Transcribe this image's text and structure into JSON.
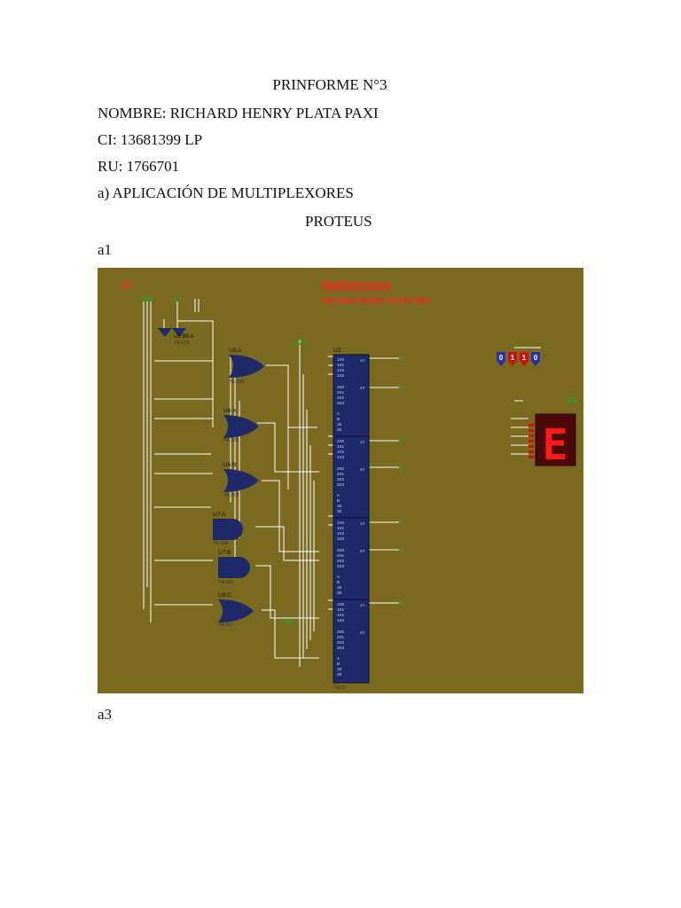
{
  "document": {
    "title": "PRINFORME N°3",
    "nombre": "NOMBRE: RICHARD HENRY PLATA PAXI",
    "ci": "CI: 13681399 LP",
    "ru": "RU: 1766701",
    "section": "a) APLICACIÓN DE MULTIPLEXORES",
    "subsection": "PROTEUS",
    "label_a1": "a1",
    "label_a3": "a3"
  },
  "schematic": {
    "background_color": "#7a6a1f",
    "tag": "a1)",
    "heading": "Multiplexores",
    "author": "RICHARD HENRY PLATA PAXI",
    "ic_label": "U1",
    "ic_part": "74153",
    "gates": [
      {
        "ref": "U5:A",
        "part": "74LS86"
      },
      {
        "ref": "U6:A",
        "part": "74LS32"
      },
      {
        "ref": "U6:B",
        "part": "74LS08"
      },
      {
        "ref": "U7:A",
        "part": "74LS08"
      },
      {
        "ref": "U7:B",
        "part": "74LS08"
      },
      {
        "ref": "U8:C",
        "part": "74LS32"
      }
    ],
    "inverter_ref": "U9:B8:A",
    "inverter_part": "74LS14",
    "display_char": "E",
    "logic_probes": [
      "0",
      "1",
      "1",
      "0"
    ],
    "colors": {
      "wire": "#ffffff",
      "ic_body": "#1f2a6b",
      "heading": "#ff2020",
      "display": "#ff1a1a",
      "probe_high": "#cc1111",
      "probe_low": "#2233aa"
    }
  }
}
